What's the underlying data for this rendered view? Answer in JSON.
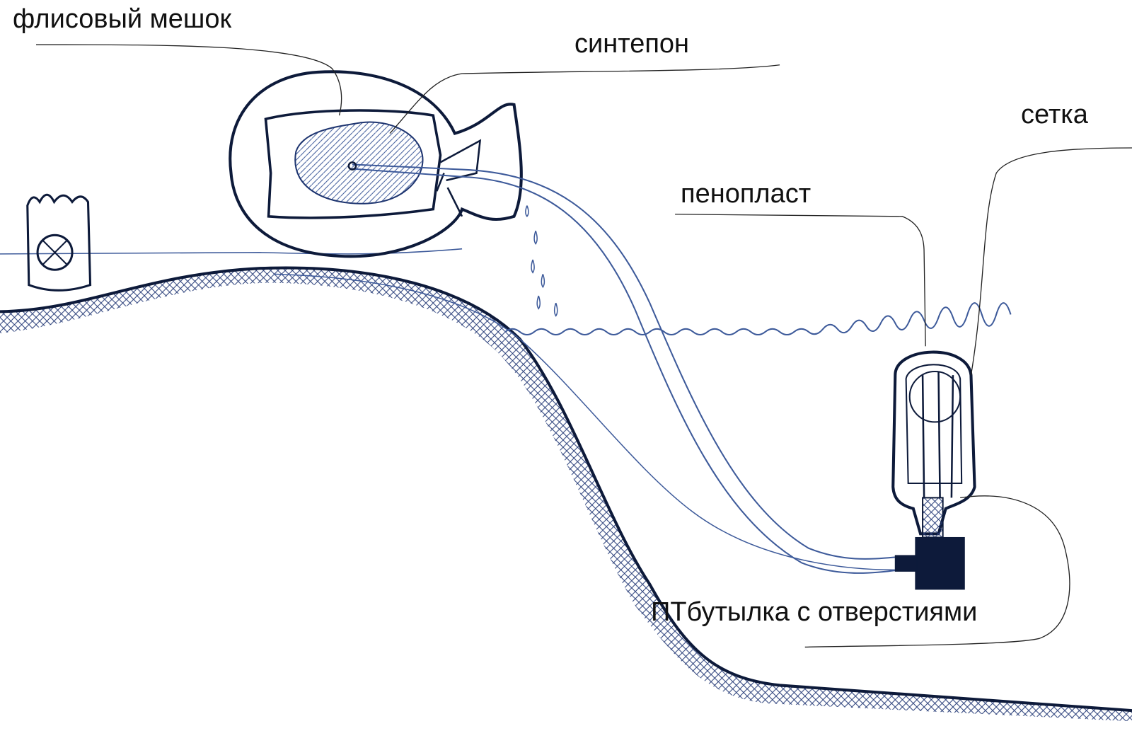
{
  "labels": {
    "fleece_bag": "флисовый мешок",
    "synthepon": "синтепон",
    "mesh": "сетка",
    "foam": "пенопласт",
    "pet_bottle": "ПТбутылка с отверстиями"
  },
  "colors": {
    "ink_dark": "#0d1a3a",
    "ink_blue": "#3d5a9a",
    "ink_light": "#7f95c4"
  }
}
